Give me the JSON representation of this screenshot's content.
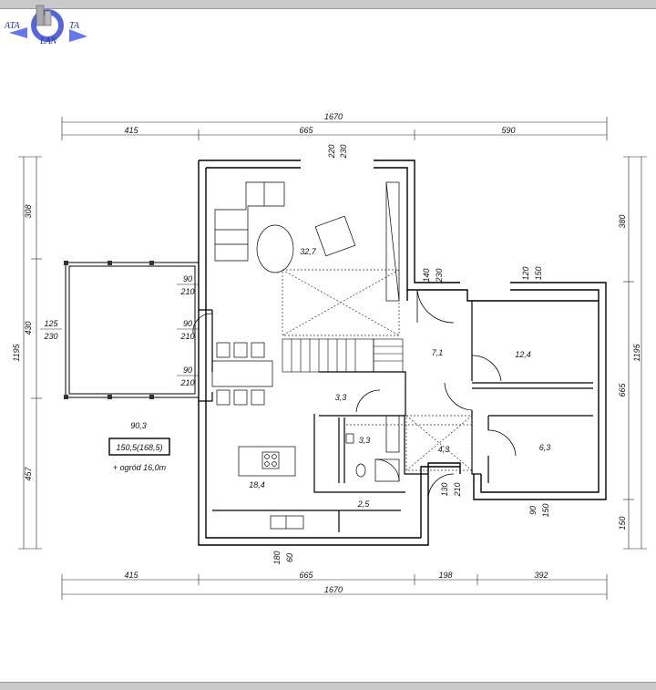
{
  "logo": {
    "left": "ATA",
    "right": "TA",
    "bottom": "LAN"
  },
  "dimensions": {
    "top_total": "1670",
    "top_a": "415",
    "top_b": "665",
    "top_c": "590",
    "bottom_a": "415",
    "bottom_b": "665",
    "bottom_c": "198",
    "bottom_d": "392",
    "bottom_total": "1670",
    "left_a": "308",
    "left_b": "430",
    "left_c": "457",
    "left_total": "1195",
    "right_a": "380",
    "right_b": "665",
    "right_c": "150",
    "right_total": "1195",
    "win_top_1": "220",
    "win_top_2": "230",
    "win_hall_1": "140",
    "win_hall_2": "230",
    "win_bed_1": "120",
    "win_bed_2": "150",
    "win_bed2_1": "90",
    "win_bed2_2": "150",
    "door_bottom_1": "130",
    "door_bottom_2": "210",
    "win_kitchen_1": "180",
    "win_kitchen_2": "60",
    "door_w1_1": "90",
    "door_w1_2": "210",
    "door_w2_1": "90",
    "door_w2_2": "210",
    "door_w3_1": "90",
    "door_w3_2": "210",
    "terrace_1": "125",
    "terrace_2": "230"
  },
  "rooms": {
    "living": "32,7",
    "hall": "7,1",
    "bedroom_1": "12,4",
    "bedroom_2": "6,3",
    "stair": "3,3",
    "bath": "3,3",
    "corridor": "4,3",
    "kitchen": "18,4",
    "pantry": "2,5"
  },
  "summary": {
    "total_small": "90,3",
    "total_box": "150,5(168,5)",
    "garden": "+ ogród 16,0m"
  }
}
